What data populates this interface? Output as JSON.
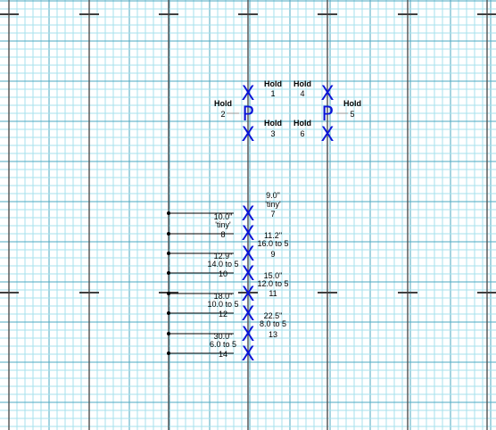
{
  "colors": {
    "minor_grid": "#a7e2ec",
    "major_grid": "#4ea8c2",
    "yard_line": "#505050",
    "player": "#0a14d8",
    "hash": "#404040"
  },
  "symbols": {
    "x": "X",
    "p": "P"
  },
  "holds": [
    {
      "label": "Hold",
      "number": "1"
    },
    {
      "label": "Hold",
      "number": "2"
    },
    {
      "label": "Hold",
      "number": "3"
    },
    {
      "label": "Hold",
      "number": "4"
    },
    {
      "label": "Hold",
      "number": "5"
    },
    {
      "label": "Hold",
      "number": "6"
    }
  ],
  "list_rows": [
    {
      "number": "7",
      "top": "9.0\"",
      "sub": "'tiny'"
    },
    {
      "number": "8",
      "top": "10.0\"",
      "sub": "'tiny'"
    },
    {
      "number": "9",
      "top": "11.2\"",
      "sub": "16.0 to 5"
    },
    {
      "number": "10",
      "top": "12.9\"",
      "sub": "14.0 to 5"
    },
    {
      "number": "11",
      "top": "15.0\"",
      "sub": "12.0 to 5"
    },
    {
      "number": "12",
      "top": "18.0\"",
      "sub": "10.0 to 5"
    },
    {
      "number": "13",
      "top": "22.5\"",
      "sub": "8.0 to 5"
    },
    {
      "number": "14",
      "top": "30.0\"",
      "sub": "6.0 to 5"
    }
  ]
}
